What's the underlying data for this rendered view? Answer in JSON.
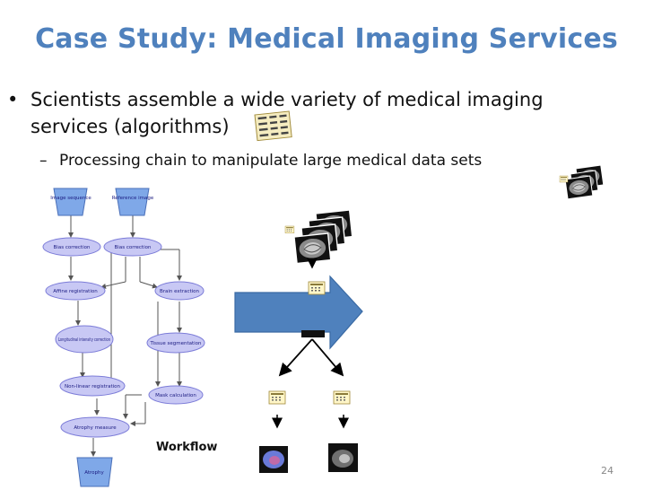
{
  "slide": {
    "title": "Case Study: Medical Imaging Services",
    "bullet_marker": "•",
    "bullet_line1": "Scientists assemble a wide variety of medical imaging",
    "bullet_line2": "services (algorithms)",
    "sub_marker": "–",
    "sub_text": "Processing chain to manipulate large medical data sets",
    "workflow_label": "Workflow",
    "page_number": "24"
  },
  "flowchart": {
    "inputs": [
      "Image sequence",
      "Reference image"
    ],
    "nodes": [
      "Bias correction",
      "Bias correction",
      "Affine registration",
      "Brain extraction",
      "Longitudinal intensity correction",
      "Tissue segmentation",
      "Non-linear registration",
      "Mask calculation",
      "Atrophy measure"
    ],
    "output": "Atrophy"
  },
  "colors": {
    "title": "#4f81bd",
    "arrow_fill": "#4f81bd",
    "node_fill": "#c8c8f4",
    "node_stroke": "#7c7cd8",
    "io_fill": "#7fa8e8"
  },
  "icons": [
    "service-doc-icon",
    "brain-mri-stack-icon"
  ]
}
